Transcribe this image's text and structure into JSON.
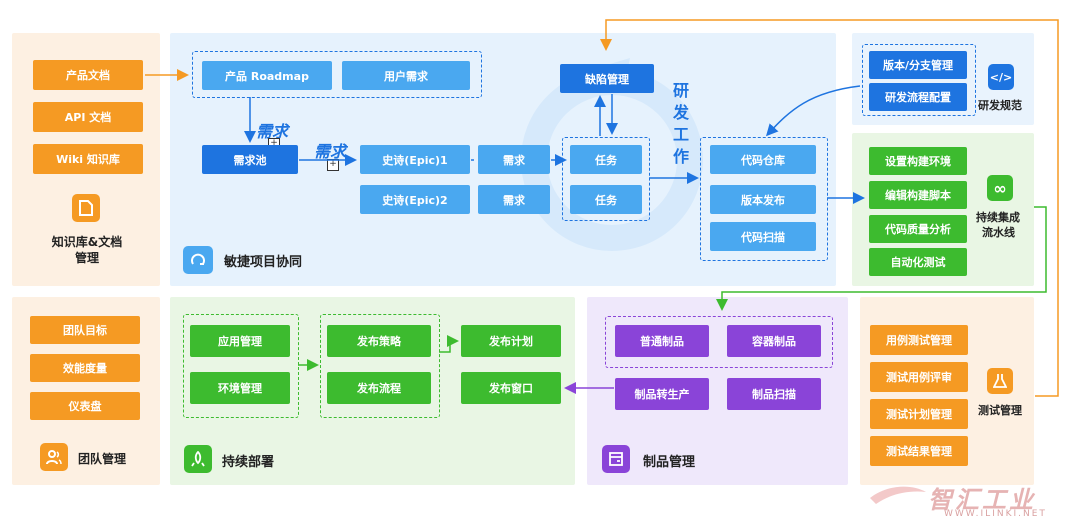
{
  "knowledge": {
    "items": [
      "产品文档",
      "API 文档",
      "Wiki 知识库"
    ],
    "title_line1": "知识库&文档",
    "title_line2": "管理",
    "icon": "document-icon"
  },
  "team": {
    "items": [
      "团队目标",
      "效能度量",
      "仪表盘"
    ],
    "title": "团队管理",
    "icon": "team-icon"
  },
  "agile": {
    "title": "敏捷项目协同",
    "top_boxes": [
      "产品 Roadmap",
      "用户需求"
    ],
    "pool": "需求池",
    "req_label_1": "需求",
    "req_label_2": "需求",
    "epics": [
      "史诗(Epic)1",
      "史诗(Epic)2"
    ],
    "requirements": [
      "需求",
      "需求"
    ],
    "tasks": [
      "任务",
      "任务"
    ],
    "defect": "缺陷管理",
    "dev_work": [
      "研",
      "发",
      "工",
      "作"
    ],
    "code_items": [
      "代码仓库",
      "版本发布",
      "代码扫描"
    ]
  },
  "spec": {
    "items": [
      "版本/分支管理",
      "研发流程配置"
    ],
    "title": "研发规范",
    "icon": "code-icon"
  },
  "ci": {
    "items": [
      "设置构建环境",
      "编辑构建脚本",
      "代码质量分析",
      "自动化测试"
    ],
    "title_line1": "持续集成",
    "title_line2": "流水线",
    "icon": "infinity-icon"
  },
  "test": {
    "items": [
      "用例测试管理",
      "测试用例评审",
      "测试计划管理",
      "测试结果管理"
    ],
    "title": "测试管理",
    "icon": "flask-icon"
  },
  "deploy": {
    "title": "持续部署",
    "left_items": [
      "应用管理",
      "环境管理"
    ],
    "mid_items": [
      "发布策略",
      "发布流程"
    ],
    "right_items": [
      "发布计划",
      "发布窗口"
    ],
    "icon": "rocket-icon"
  },
  "artifact": {
    "title": "制品管理",
    "items": [
      "普通制品",
      "容器制品",
      "制品转生产",
      "制品扫描"
    ],
    "icon": "artifact-icon"
  },
  "watermark": {
    "brand": "智汇工业",
    "url": "WWW.ILINKI.NET"
  },
  "colors": {
    "orange": "#f59a23",
    "light_blue": "#4aa8f0",
    "dark_blue": "#1e74e0",
    "green": "#3dbb2f",
    "purple": "#8a44d8"
  }
}
